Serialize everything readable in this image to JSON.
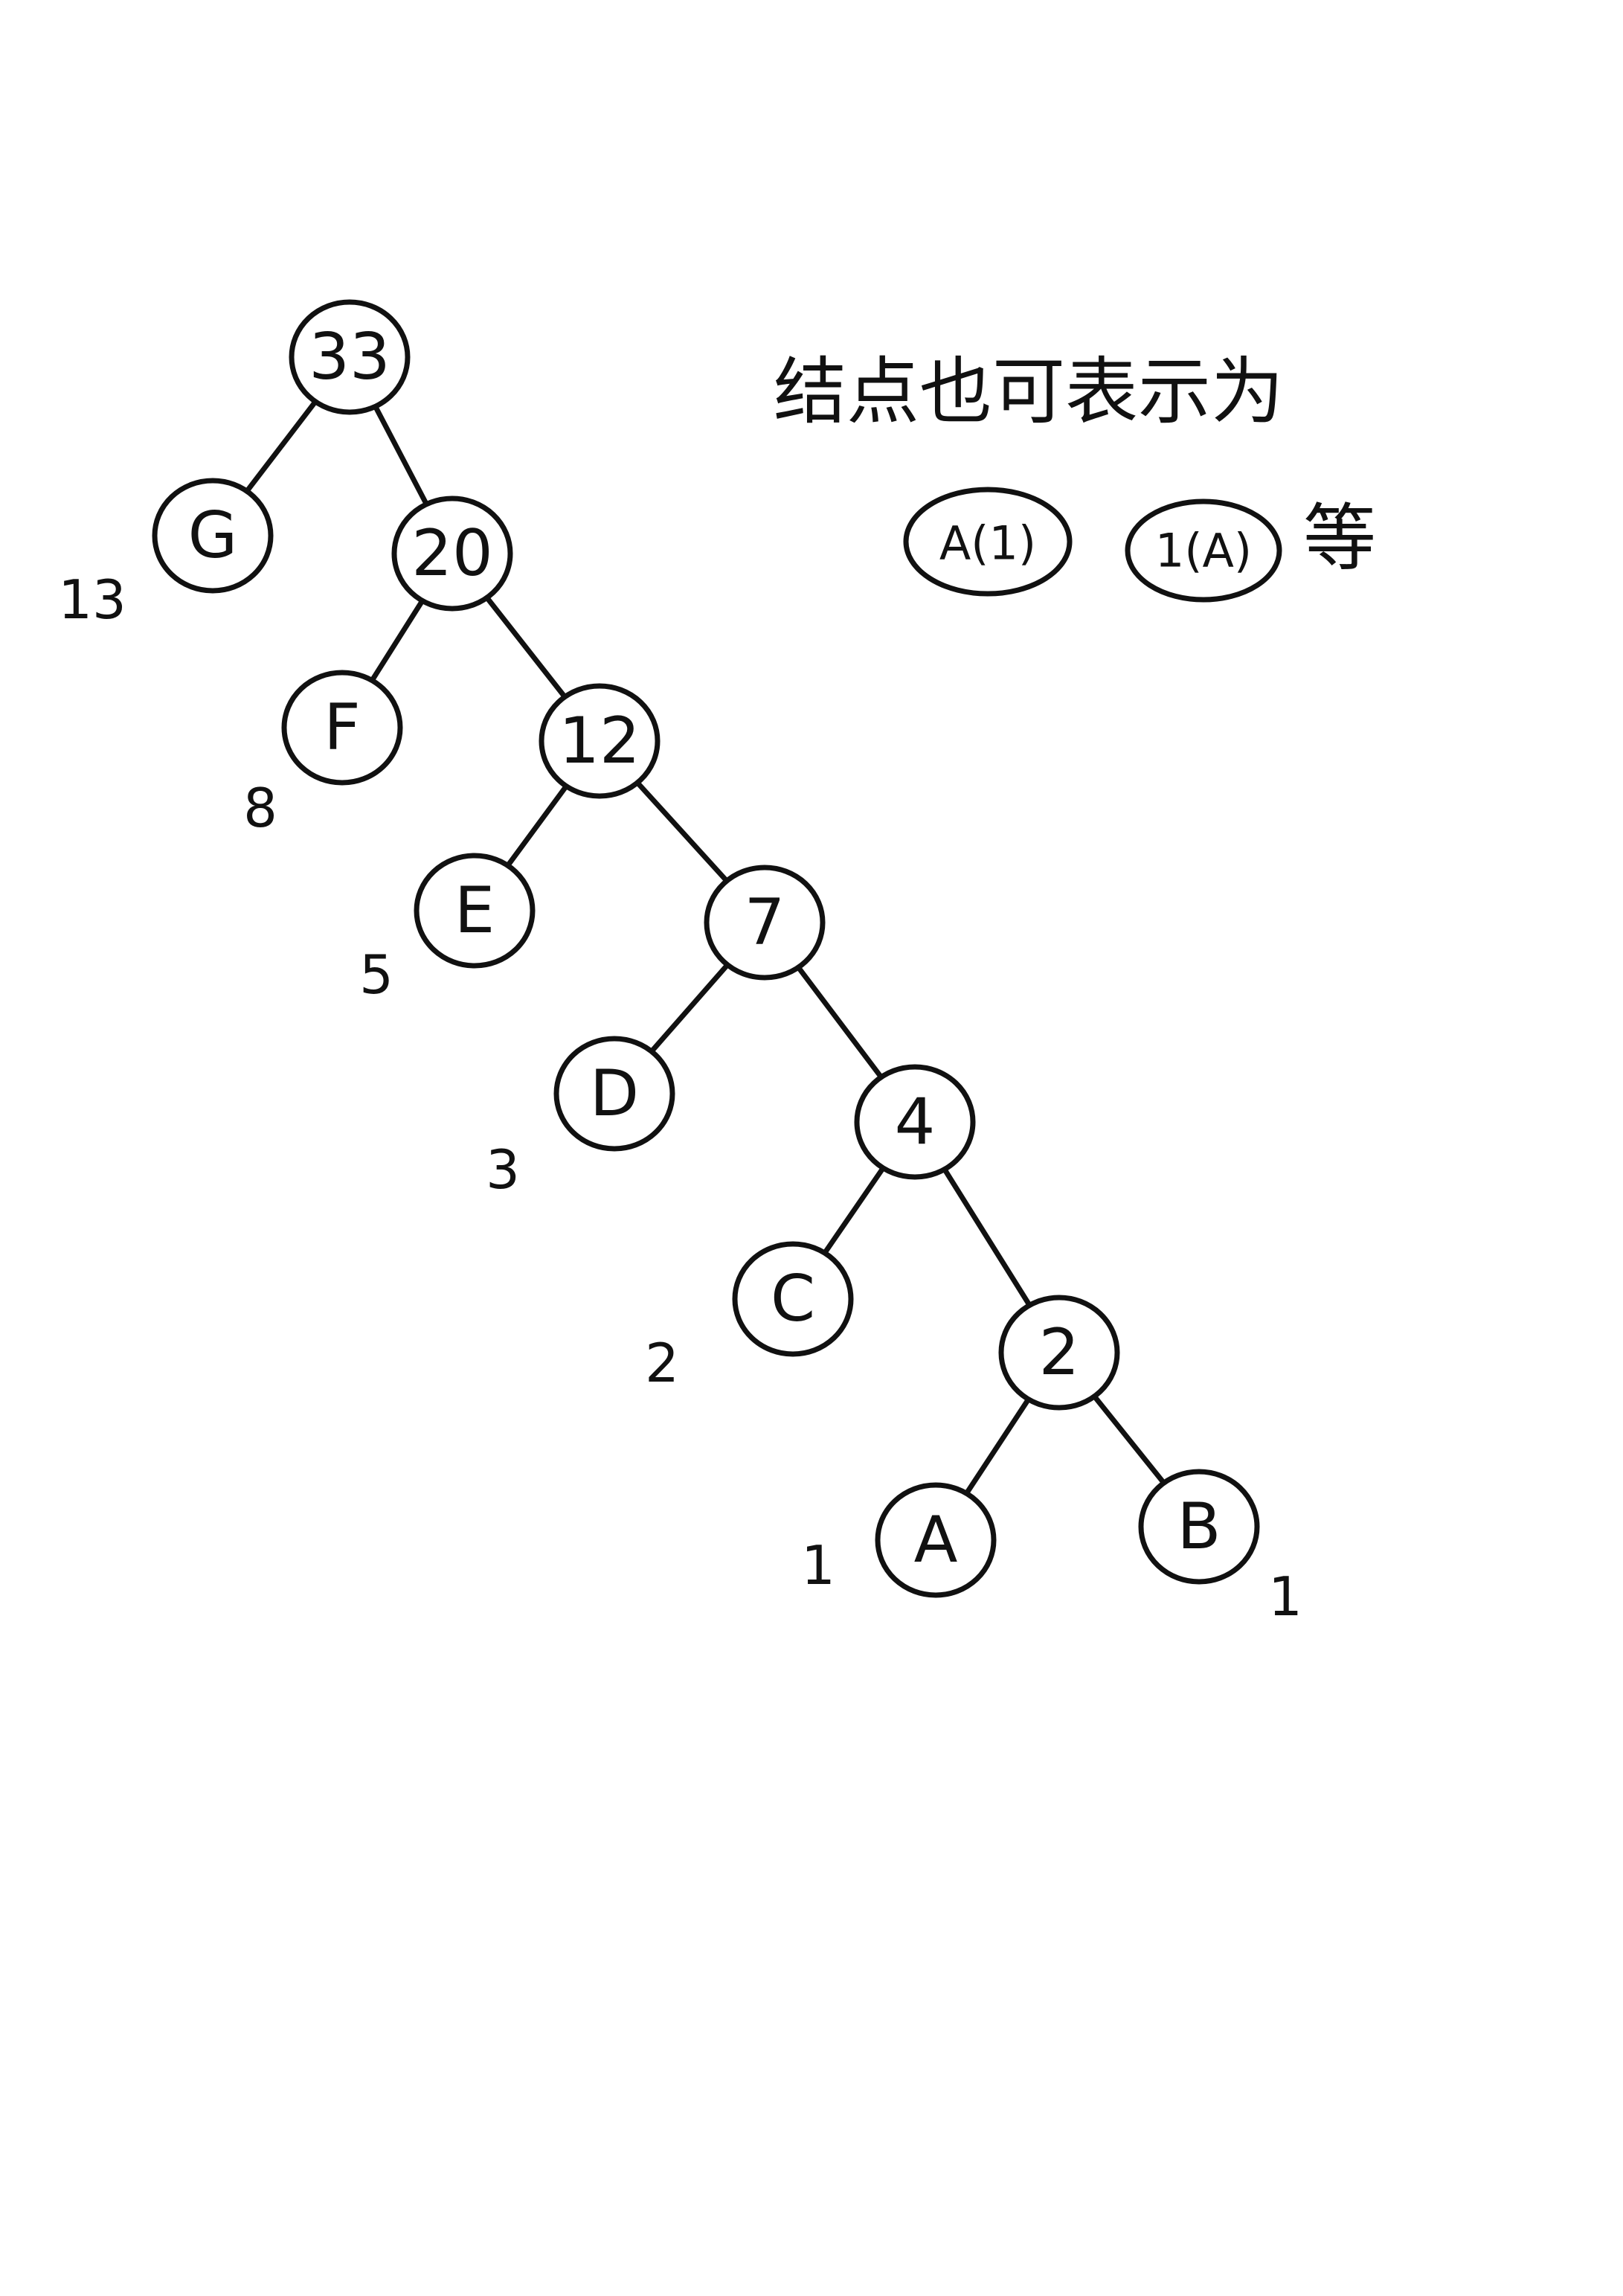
{
  "tree": {
    "nodes": [
      {
        "id": "n33",
        "label": "33"
      },
      {
        "id": "nG",
        "label": "G",
        "weight": "13"
      },
      {
        "id": "n20",
        "label": "20"
      },
      {
        "id": "nF",
        "label": "F",
        "weight": "8"
      },
      {
        "id": "n12",
        "label": "12"
      },
      {
        "id": "nE",
        "label": "E",
        "weight": "5"
      },
      {
        "id": "n7",
        "label": "7"
      },
      {
        "id": "nD",
        "label": "D",
        "weight": "3"
      },
      {
        "id": "n4",
        "label": "4"
      },
      {
        "id": "nC",
        "label": "C",
        "weight": "2"
      },
      {
        "id": "n2",
        "label": "2"
      },
      {
        "id": "nA",
        "label": "A",
        "weight": "1"
      },
      {
        "id": "nB",
        "label": "B",
        "weight": "1"
      }
    ],
    "edges": [
      [
        "n33",
        "nG"
      ],
      [
        "n33",
        "n20"
      ],
      [
        "n20",
        "nF"
      ],
      [
        "n20",
        "n12"
      ],
      [
        "n12",
        "nE"
      ],
      [
        "n12",
        "n7"
      ],
      [
        "n7",
        "nD"
      ],
      [
        "n7",
        "n4"
      ],
      [
        "n4",
        "nC"
      ],
      [
        "n4",
        "n2"
      ],
      [
        "n2",
        "nA"
      ],
      [
        "n2",
        "nB"
      ]
    ]
  },
  "note": {
    "text": "结点也可表示为",
    "examples": [
      "A(1)",
      "1(A)"
    ],
    "suffix": "等"
  }
}
